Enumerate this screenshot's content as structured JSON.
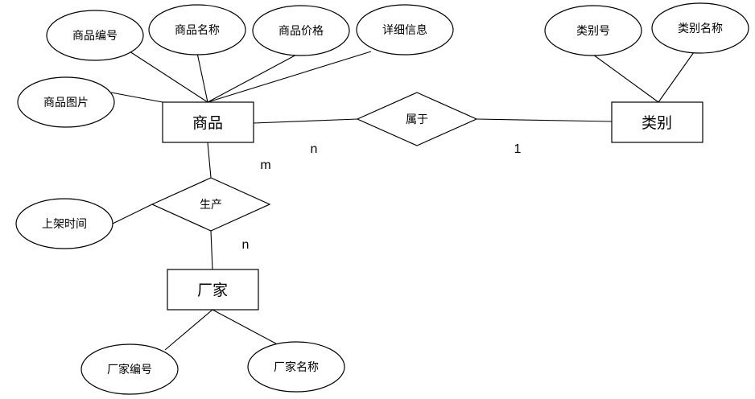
{
  "diagram": {
    "entities": {
      "product": "商品",
      "category": "类别",
      "manufacturer": "厂家"
    },
    "relationships": {
      "belongs_to": "属于",
      "produces": "生产"
    },
    "attributes": {
      "product_id": "商品编号",
      "product_name": "商品名称",
      "product_price": "商品价格",
      "product_details": "详细信息",
      "product_image": "商品图片",
      "category_id": "类别号",
      "category_name": "类别名称",
      "listing_time": "上架时间",
      "manufacturer_id": "厂家编号",
      "manufacturer_name": "厂家名称"
    },
    "cardinalities": {
      "product_belongs_to": "n",
      "category_belongs_to": "1",
      "product_produces": "m",
      "manufacturer_produces": "n"
    }
  }
}
